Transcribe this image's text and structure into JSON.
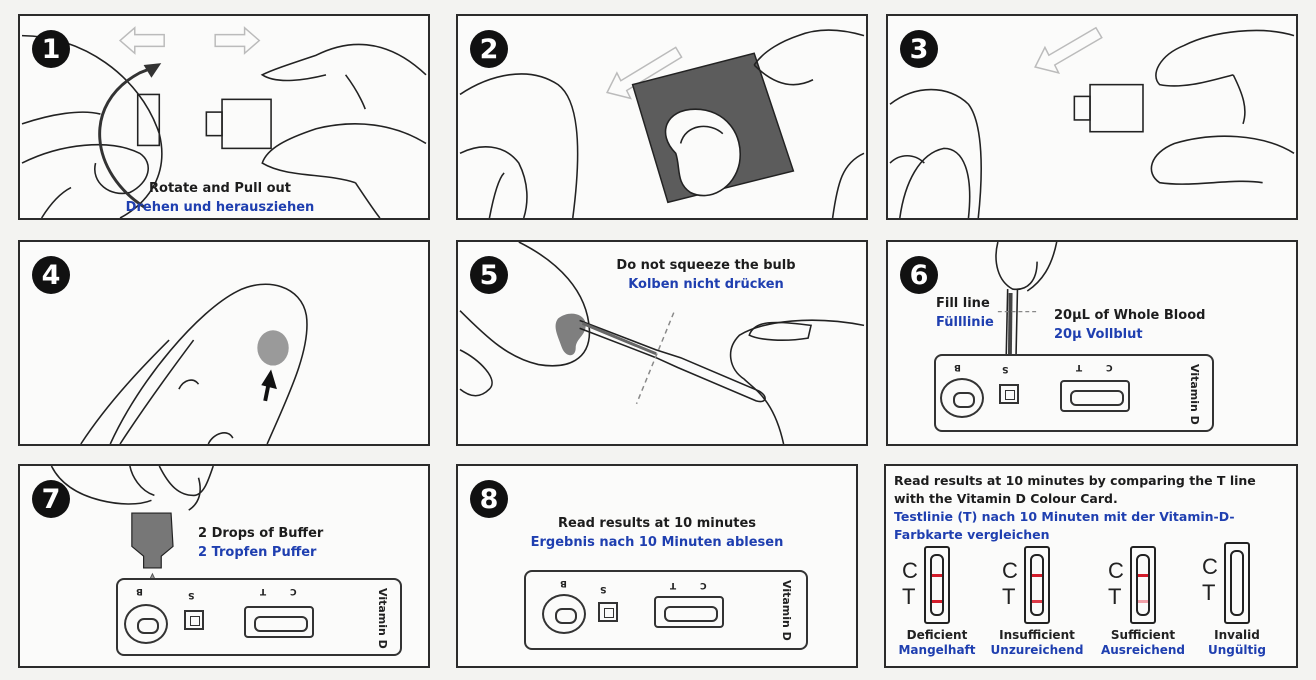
{
  "title": "Vitamin D test instructions",
  "colors": {
    "english_text": "#1d1d1d",
    "german_text": "#1f3fb0",
    "badge": "#111111",
    "red_line": "#d21c2a",
    "faint_red_line": "#f0a0a8",
    "blood": "#8a8a8a"
  },
  "steps": [
    {
      "number": "1",
      "en": "Rotate and Pull out",
      "de": "Drehen und herausziehen",
      "icons": [
        "hand-icon",
        "lancet-icon",
        "arrow-left-icon",
        "arrow-right-icon",
        "rotate-arrow-icon"
      ]
    },
    {
      "number": "2",
      "en": "",
      "de": "",
      "icons": [
        "hand-icon",
        "alcohol-pad-icon",
        "arrow-down-left-icon"
      ]
    },
    {
      "number": "3",
      "en": "",
      "de": "",
      "icons": [
        "hand-icon",
        "lancet-icon",
        "arrow-down-left-icon"
      ]
    },
    {
      "number": "4",
      "en": "",
      "de": "",
      "icons": [
        "finger-icon",
        "blood-drop-icon",
        "arrow-up-icon"
      ]
    },
    {
      "number": "5",
      "en": "Do not squeeze the bulb",
      "de": "Kolben nicht drücken",
      "icons": [
        "finger-icon",
        "capillary-pipette-icon",
        "blood-drop-icon"
      ]
    },
    {
      "number": "6",
      "en_fill": "Fill line",
      "de_fill": "Fülllinie",
      "en": "20µL of Whole Blood",
      "de": "20µ Vollblut",
      "icons": [
        "pipette-icon",
        "cassette-icon"
      ]
    },
    {
      "number": "7",
      "en": "2 Drops of Buffer",
      "de": "2 Tropfen Puffer",
      "icons": [
        "dropper-bottle-icon",
        "cassette-icon"
      ]
    },
    {
      "number": "8",
      "en": "Read results at 10 minutes",
      "de": "Ergebnis nach 10 Minuten ablesen",
      "icons": [
        "cassette-icon"
      ]
    }
  ],
  "cassette": {
    "well_b": "B",
    "well_s": "S",
    "line_t": "T",
    "line_c": "C",
    "brand": "Vitamin D"
  },
  "results": {
    "intro_en": "Read results at 10 minutes by comparing the T line with the Vitamin D Colour Card.",
    "intro_de": "Testlinie (T) nach 10 Minuten mit der Vitamin-D-Farbkarte vergleichen",
    "label_c": "C",
    "label_t": "T",
    "items": [
      {
        "en": "Deficient",
        "de": "Mangelhaft",
        "c_line": "strong",
        "t_line": "strong"
      },
      {
        "en": "Insufficient",
        "de": "Unzureichend",
        "c_line": "strong",
        "t_line": "medium"
      },
      {
        "en": "Sufficient",
        "de": "Ausreichend",
        "c_line": "strong",
        "t_line": "faint"
      },
      {
        "en": "Invalid",
        "de": "Ungültig",
        "c_line": "none",
        "t_line": "none"
      }
    ]
  }
}
